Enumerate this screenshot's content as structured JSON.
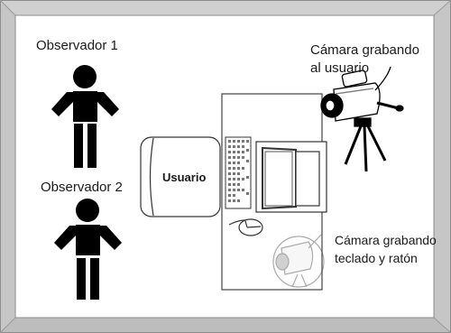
{
  "labels": {
    "observer_1": "Observador 1",
    "observer_2": "Observador 2",
    "camera_user": "Cámara grabando al usuario",
    "user": "Usuario",
    "camera_keyboard": "Cámara grabando teclado y ratón"
  },
  "colors": {
    "frame": "#c8c8c8",
    "frame_edge": "#8c8c8c",
    "figure": "#000000",
    "outline": "#3a3a3a"
  },
  "icons": [
    "person-icon",
    "video-camera-icon",
    "chair-icon",
    "desk-icon",
    "keyboard-icon",
    "mouse-icon",
    "monitor-icon"
  ]
}
